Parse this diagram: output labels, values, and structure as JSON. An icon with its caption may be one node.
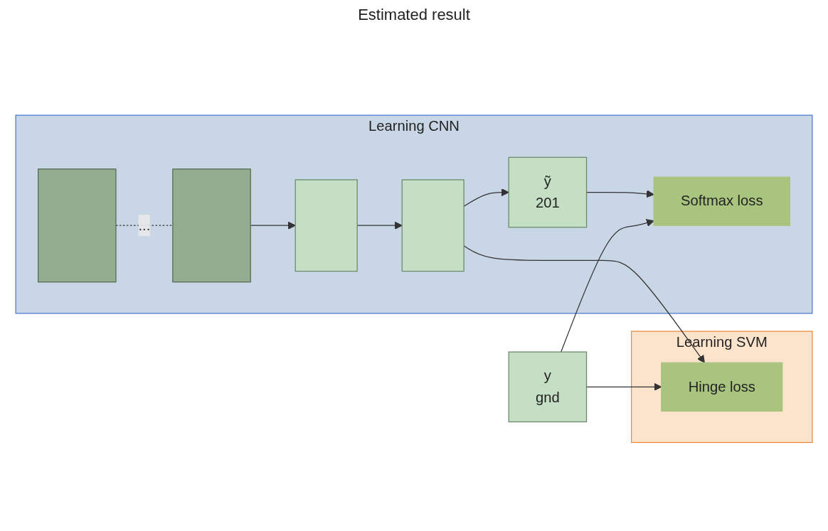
{
  "diagram": {
    "nodes": [
      {
        "text": [
          "Learning CNN"
        ]
      },
      {
        "text": [],
        "shape": "picture",
        "in": 0
      },
      {
        "text": [],
        "shape": "picture",
        "in": 0
      },
      {
        "text": [],
        "shape": "bar",
        "in": 0
      },
      {
        "text": [],
        "shape": "bar",
        "in": 0
      },
      {
        "text": [
          "ỹ",
          "201"
        ],
        "in": 0
      },
      {
        "text": [
          "Softmax loss"
        ],
        "in": 0
      },
      {
        "text": [
          "Learning SVM"
        ]
      },
      {
        "text": [
          "y",
          "gnd"
        ]
      },
      {
        "text": [
          "Hinge loss"
        ],
        "in": 7
      }
    ],
    "edges": [
      {
        "from": 1,
        "to": 2,
        "arrow": "none",
        "style": "dashed",
        "label": "..."
      },
      {
        "from": 2,
        "to": 3,
        "arrow": "to"
      },
      {
        "from": 3,
        "to": 4,
        "arrow": "to"
      },
      {
        "from": 4,
        "to": 5,
        "arrow": "to"
      },
      {
        "from": 5,
        "to": 6,
        "arrow": "to"
      },
      {
        "from": 4,
        "to": 9,
        "arrow": "to"
      },
      {
        "from": 8,
        "to": 6,
        "arrow": "to"
      },
      {
        "from": 8,
        "to": 9,
        "arrow": "to"
      }
    ],
    "labels": [
      "Estimated result"
    ]
  }
}
